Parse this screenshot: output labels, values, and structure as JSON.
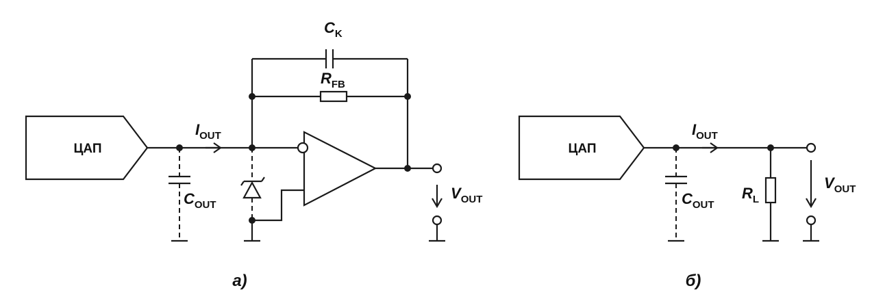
{
  "diagram_a": {
    "caption": "а)",
    "dac_label": "ЦАП",
    "current_label": {
      "main": "I",
      "sub": "OUT"
    },
    "cout_label": {
      "main": "C",
      "sub": "OUT"
    },
    "ck_label": {
      "main": "C",
      "sub": "K"
    },
    "rfb_label": {
      "main": "R",
      "sub": "FB"
    },
    "vout_label": {
      "main": "V",
      "sub": "OUT"
    }
  },
  "diagram_b": {
    "caption": "б)",
    "dac_label": "ЦАП",
    "current_label": {
      "main": "I",
      "sub": "OUT"
    },
    "cout_label": {
      "main": "C",
      "sub": "OUT"
    },
    "rl_label": {
      "main": "R",
      "sub": "L"
    },
    "vout_label": {
      "main": "V",
      "sub": "OUT"
    }
  }
}
